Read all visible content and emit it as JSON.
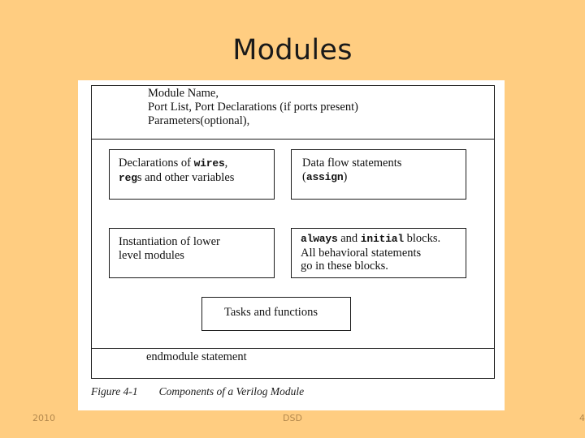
{
  "slide": {
    "title": "Modules",
    "background_color": "#ffcd81"
  },
  "figure": {
    "header": {
      "line1": "Module Name,",
      "line2": "Port List, Port Declarations (if ports present)",
      "line3": "Parameters(optional),"
    },
    "boxes": [
      {
        "id": "declarations",
        "line1_pre": "Declarations of ",
        "line1_kw": "wires",
        "line1_post": ",",
        "line2_kw": "reg",
        "line2_post": "s and other variables"
      },
      {
        "id": "data-flow",
        "line1": "Data flow statements",
        "line2_pre": "(",
        "line2_kw": "assign",
        "line2_post": ")"
      },
      {
        "id": "instantiation",
        "line1": "Instantiation of lower",
        "line2": "level modules"
      },
      {
        "id": "behavioral",
        "line1_kw1": "always",
        "line1_mid": " and ",
        "line1_kw2": "initial",
        "line1_post": " blocks.",
        "line2": "All behavioral statements",
        "line3": " go in these blocks."
      },
      {
        "id": "tasks",
        "label": "Tasks and functions"
      }
    ],
    "endmodule": "endmodule statement",
    "caption_number": "Figure 4-1",
    "caption_text": "Components of a Verilog Module"
  },
  "footer": {
    "date": "2010",
    "center": "DSD",
    "page": "4"
  }
}
